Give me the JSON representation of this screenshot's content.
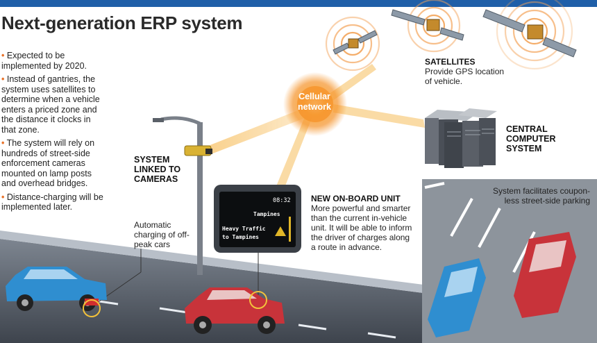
{
  "title": "Next-generation ERP system",
  "bullets": [
    "Expected to be implemented by 2020.",
    "Instead of gantries, the system uses satellites to determine when a vehicle enters a priced zone and the distance it clocks in that zone.",
    "The system will rely on hundreds of street-side enforcement cameras mounted on lamp posts and overhead bridges.",
    "Distance-charging will be implemented later."
  ],
  "bullet_marker": "•",
  "satellites": {
    "heading": "SATELLITES",
    "text": "Provide GPS location of vehicle."
  },
  "cellular": "Cellular network",
  "central": "CENTRAL COMPUTER SYSTEM",
  "cameras": "SYSTEM LINKED TO CAMERAS",
  "obu": {
    "heading": "NEW ON-BOARD UNIT",
    "text": "More powerful and smarter than the current in-vehicle unit. It will be able to inform the driver of charges along a route in advance."
  },
  "screen": {
    "time": "08:32",
    "place": "Tampines",
    "message": "Heavy Traffic to Tampines"
  },
  "offpeak": "Automatic charging of off-peak cars",
  "parking": "System facilitates coupon-less street-side parking",
  "colors": {
    "header_bar": "#1f5fa8",
    "accent_orange": "#f39a33",
    "bullet": "#e8722a",
    "car_red": "#c8333a",
    "car_blue": "#2f8ed0"
  }
}
